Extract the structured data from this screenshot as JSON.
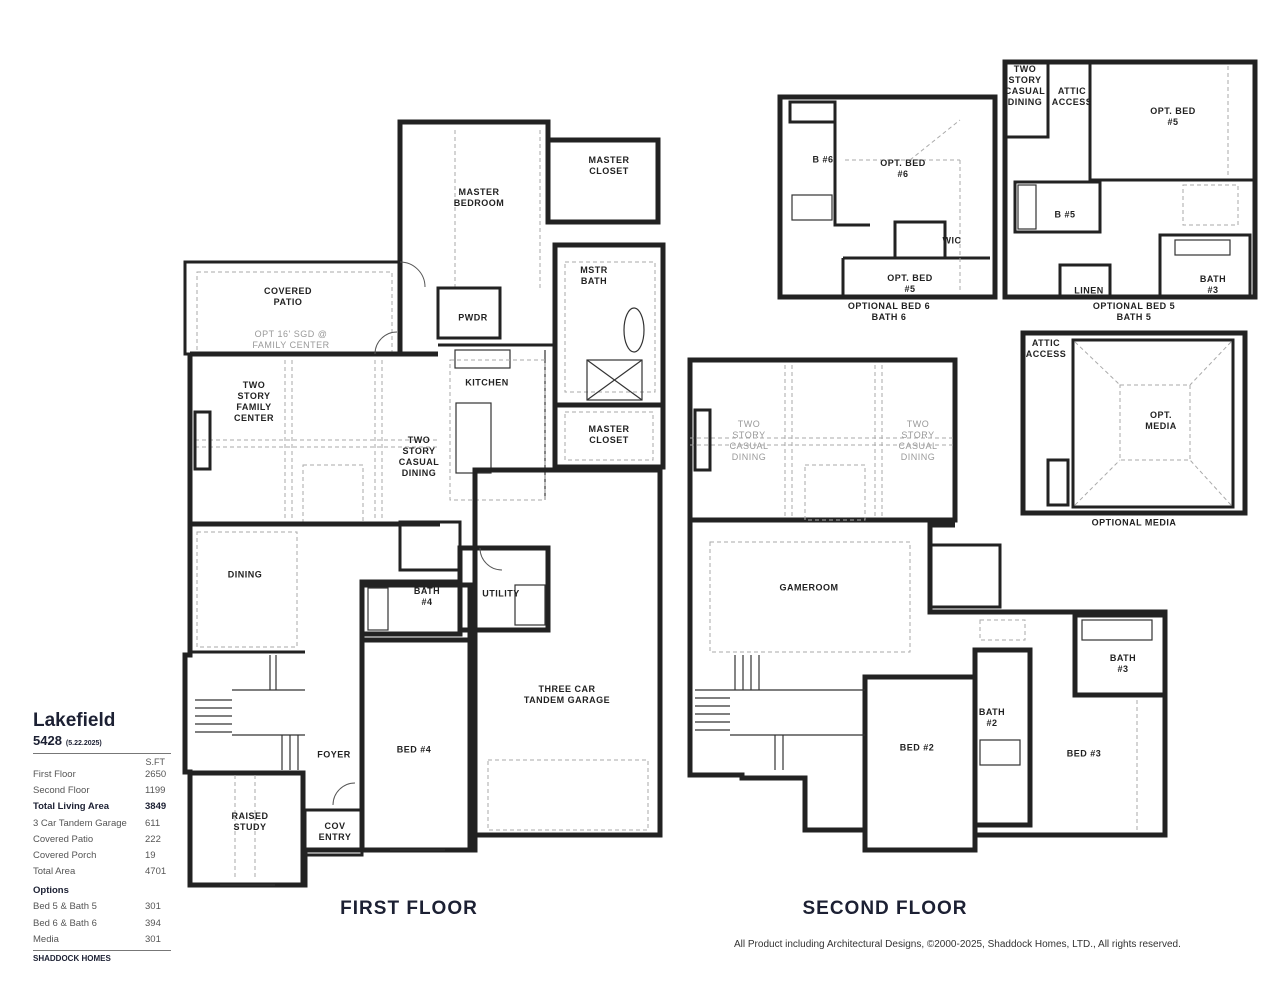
{
  "plan": {
    "name": "Lakefield",
    "number": "5428",
    "date": "(5.22.2025)",
    "sqft_header": "S.FT",
    "areas": [
      {
        "label": "First Floor",
        "value": "2650"
      },
      {
        "label": "Second Floor",
        "value": "1199"
      },
      {
        "label": "Total Living Area",
        "value": "3849",
        "bold": true
      },
      {
        "label": "3 Car Tandem Garage",
        "value": "611"
      },
      {
        "label": "Covered Patio",
        "value": "222"
      },
      {
        "label": "Covered Porch",
        "value": "19"
      },
      {
        "label": "Total Area",
        "value": "4701"
      }
    ],
    "options_header": "Options",
    "options": [
      {
        "label": "Bed 5 & Bath 5",
        "value": "301"
      },
      {
        "label": "Bed 6 & Bath 6",
        "value": "394"
      },
      {
        "label": "Media",
        "value": "301"
      }
    ],
    "builder": "SHADDOCK HOMES"
  },
  "first_floor": {
    "title": "FIRST FLOOR",
    "rooms": {
      "covered_patio": "COVERED\nPATIO",
      "opt_sgd": "OPT 16' SGD @\nFAMILY CENTER",
      "master_bedroom": "MASTER\nBEDROOM",
      "master_closet_top": "MASTER\nCLOSET",
      "pwdr": "PWDR",
      "mstr_bath": "MSTR\nBATH",
      "kitchen": "KITCHEN",
      "master_closet_bottom": "MASTER\nCLOSET",
      "family_center": "TWO\nSTORY\nFAMILY\nCENTER",
      "casual_dining": "TWO\nSTORY\nCASUAL\nDINING",
      "dining": "DINING",
      "bath4": "BATH\n#4",
      "utility": "UTILITY",
      "garage": "THREE CAR\nTANDEM GARAGE",
      "foyer": "FOYER",
      "bed4": "BED #4",
      "raised_study": "RAISED\nSTUDY",
      "cov_entry": "COV\nENTRY"
    }
  },
  "second_floor": {
    "title": "SECOND FLOOR",
    "rooms": {
      "casual_dining_left": "TWO\nSTORY\nCASUAL\nDINING",
      "casual_dining_right": "TWO\nSTORY\nCASUAL\nDINING",
      "gameroom": "GAMEROOM",
      "bed2": "BED #2",
      "bath2": "BATH\n#2",
      "bed3": "BED #3",
      "bath3": "BATH\n#3"
    }
  },
  "options": {
    "bed6": {
      "caption": "OPTIONAL BED 6\nBATH 6",
      "rooms": {
        "b6": "B #6",
        "opt_bed6": "OPT. BED\n#6",
        "wic": "WIC",
        "opt_bed5": "OPT. BED\n#5"
      }
    },
    "bed5": {
      "caption": "OPTIONAL BED 5\nBATH 5",
      "rooms": {
        "casual": "TWO\nSTORY\nCASUAL\nDINING",
        "attic": "ATTIC\nACCESS",
        "opt_bed5": "OPT. BED\n#5",
        "b5": "B #5",
        "linen": "LINEN",
        "bath3": "BATH\n#3"
      }
    },
    "media": {
      "caption": "OPTIONAL MEDIA",
      "rooms": {
        "attic": "ATTIC\nACCESS",
        "opt_media": "OPT.\nMEDIA"
      }
    }
  },
  "copyright": "All Product including Architectural Designs, ©2000-2025, Shaddock Homes, LTD., All rights reserved."
}
